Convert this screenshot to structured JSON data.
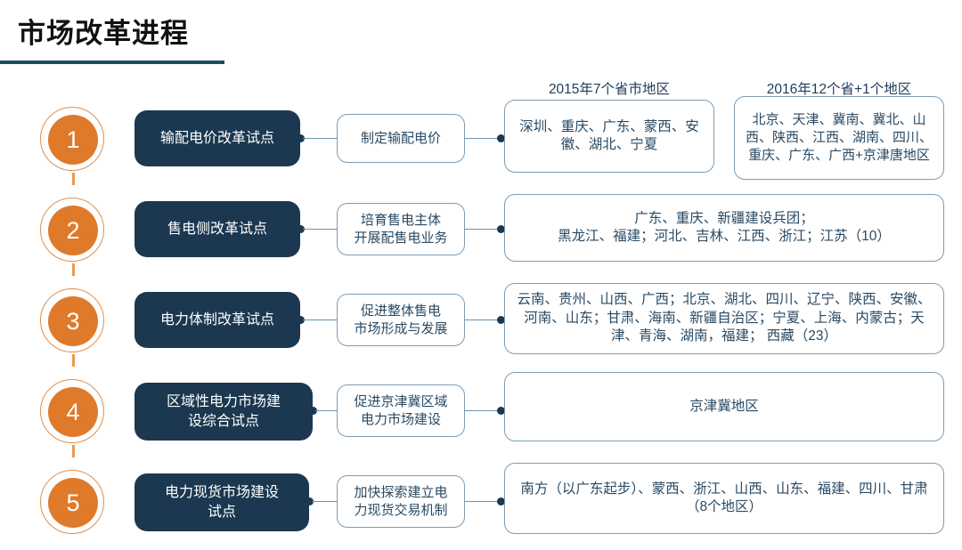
{
  "title": "市场改革进程",
  "colors": {
    "accent_orange": "#df7a2b",
    "dark_navy": "#1b3850",
    "border_blue": "#7e9cb4",
    "rule_blue": "#1f4a68"
  },
  "columns": {
    "header_2015": "2015年7个省市地区",
    "header_2016": "2016年12个省+1个地区"
  },
  "rows": [
    {
      "number": "1",
      "title": "输配电价改革试点",
      "goal": "制定输配电价",
      "regions_2015": "深圳、重庆、广东、蒙西、安徽、湖北、宁夏",
      "regions_2016": "北京、天津、冀南、冀北、山西、陕西、江西、湖南、四川、重庆、广东、广西+京津唐地区"
    },
    {
      "number": "2",
      "title": "售电侧改革试点",
      "goal": "培育售电主体\n开展配售电业务",
      "regions": "广东、重庆、新疆建设兵团；\n黑龙江、福建；河北、吉林、江西、浙江；江苏（10）"
    },
    {
      "number": "3",
      "title": "电力体制改革试点",
      "goal": "促进整体售电\n市场形成与发展",
      "regions": "云南、贵州、山西、广西；北京、湖北、四川、辽宁、陕西、安徽、河南、山东；甘肃、海南、新疆自治区；宁夏、上海、内蒙古；天津、青海、湖南，福建； 西藏（23）"
    },
    {
      "number": "4",
      "title": "区域性电力市场建\n设综合试点",
      "goal": "促进京津冀区域\n电力市场建设",
      "regions": "京津冀地区"
    },
    {
      "number": "5",
      "title": "电力现货市场建设\n试点",
      "goal": "加快探索建立电\n力现货交易机制",
      "regions": "南方（以广东起步）、蒙西、浙江、山西、山东、福建、四川、甘肃（8个地区）"
    }
  ]
}
